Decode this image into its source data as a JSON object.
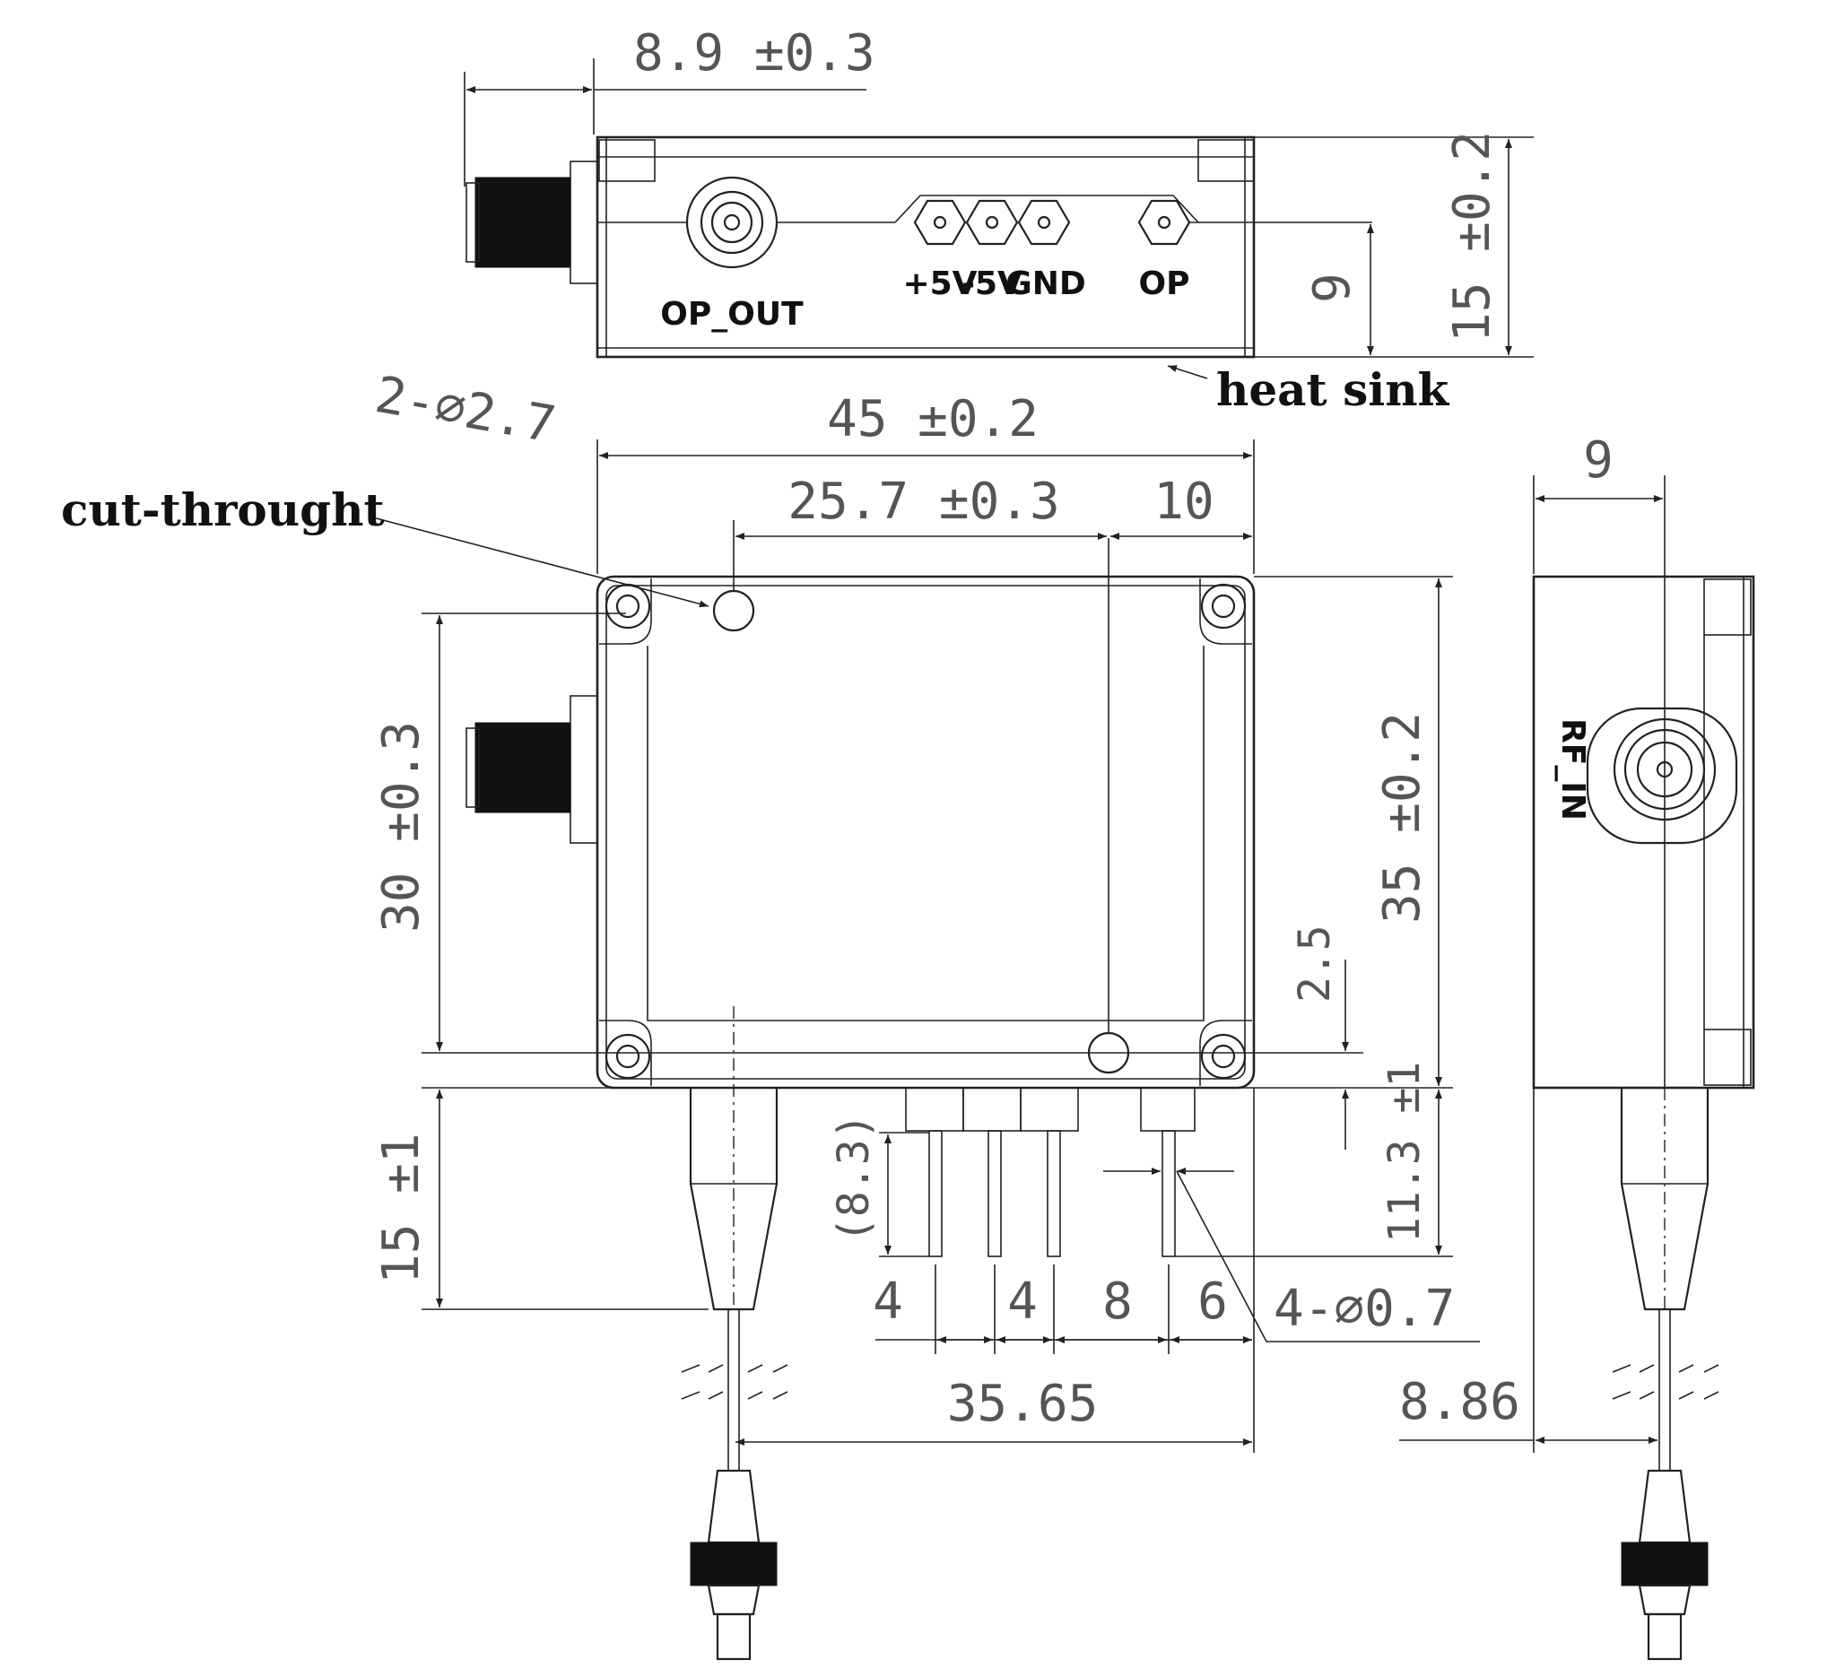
{
  "labels": {
    "op_out": "OP_OUT",
    "pin_p5v": "+5V",
    "pin_m5v": "-5V",
    "pin_gnd": "GND",
    "pin_op": "OP",
    "rf_in": "RF_IN",
    "heat_sink": "heat sink",
    "cut_through": "cut-throught"
  },
  "dimensions": {
    "top_connector": "8.9 ±0.3",
    "top_height": "15 ±0.2",
    "top_pin_height": "9",
    "holes": "2-∅2.7",
    "width": "45 ±0.2",
    "hole_offset": "25.7 ±0.3",
    "right_offset": "10",
    "left_height": "30 ±0.3",
    "right_height": "35 ±0.2",
    "pin_offset": "2.5",
    "fiber_length": "15 ±1",
    "pin_length": "(8.3)",
    "pin_depth": "11.3 ±1",
    "pitch_1": "4",
    "pitch_2": "4",
    "pitch_3": "8",
    "pitch_4": "6",
    "pin_diameter": "4-∅0.7",
    "total_span": "35.65",
    "side_width": "9",
    "side_offset": "8.86"
  }
}
